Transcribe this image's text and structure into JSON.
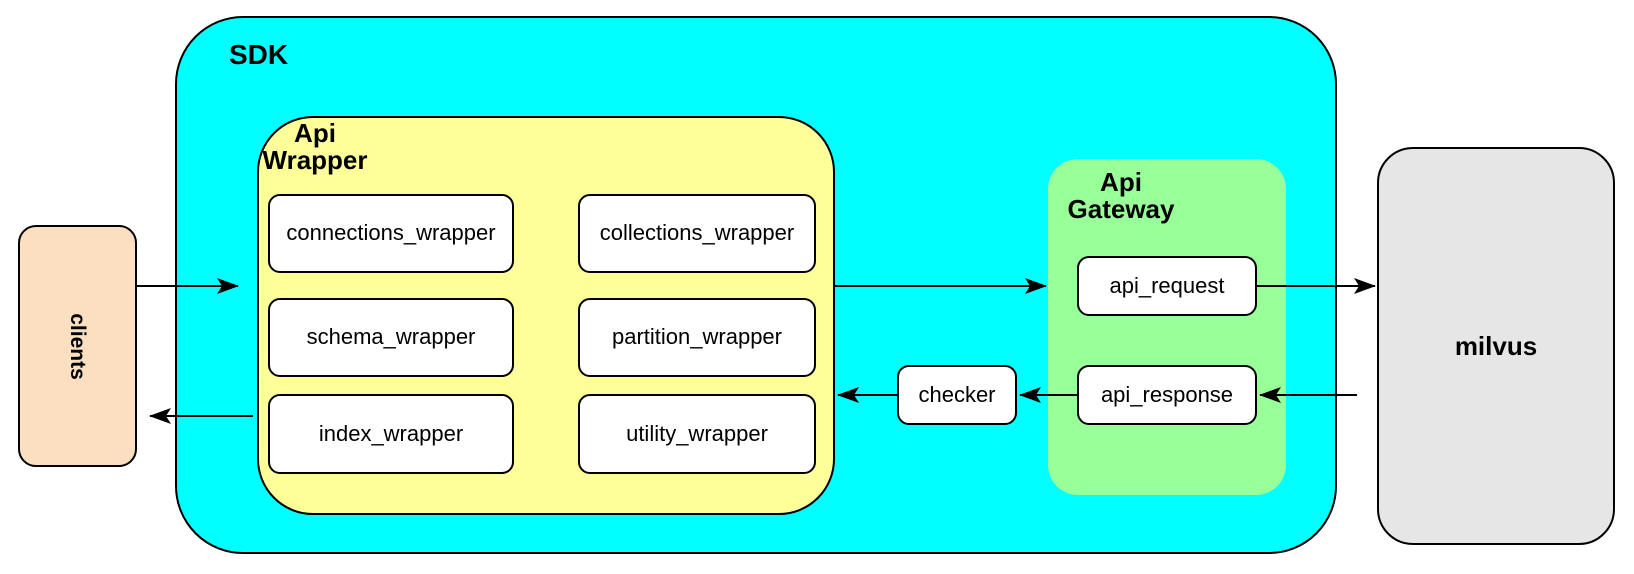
{
  "colors": {
    "sdk-fill": "#00ffff",
    "wrapper-fill": "#ffff99",
    "gateway-fill": "#99ff99",
    "clients-fill": "#fbdfc0",
    "milvus-fill": "#e6e6e6",
    "node-fill": "#ffffff",
    "border": "#000000"
  },
  "nodes": {
    "clients": "clients",
    "sdk": "SDK",
    "api_wrapper": "Api\nWrapper",
    "wrappers": [
      "connections_wrapper",
      "collections_wrapper",
      "schema_wrapper",
      "partition_wrapper",
      "index_wrapper",
      "utility_wrapper"
    ],
    "checker": "checker",
    "api_gateway": "Api\nGateway",
    "api_request": "api_request",
    "api_response": "api_response",
    "milvus": "milvus"
  },
  "edges": [
    {
      "from": "clients",
      "to": "api_wrapper"
    },
    {
      "from": "api_wrapper",
      "to": "api_gateway"
    },
    {
      "from": "api_request",
      "to": "milvus"
    },
    {
      "from": "milvus",
      "to": "api_response"
    },
    {
      "from": "api_response",
      "to": "checker"
    },
    {
      "from": "checker",
      "to": "api_wrapper"
    },
    {
      "from": "api_wrapper",
      "to": "clients"
    }
  ]
}
